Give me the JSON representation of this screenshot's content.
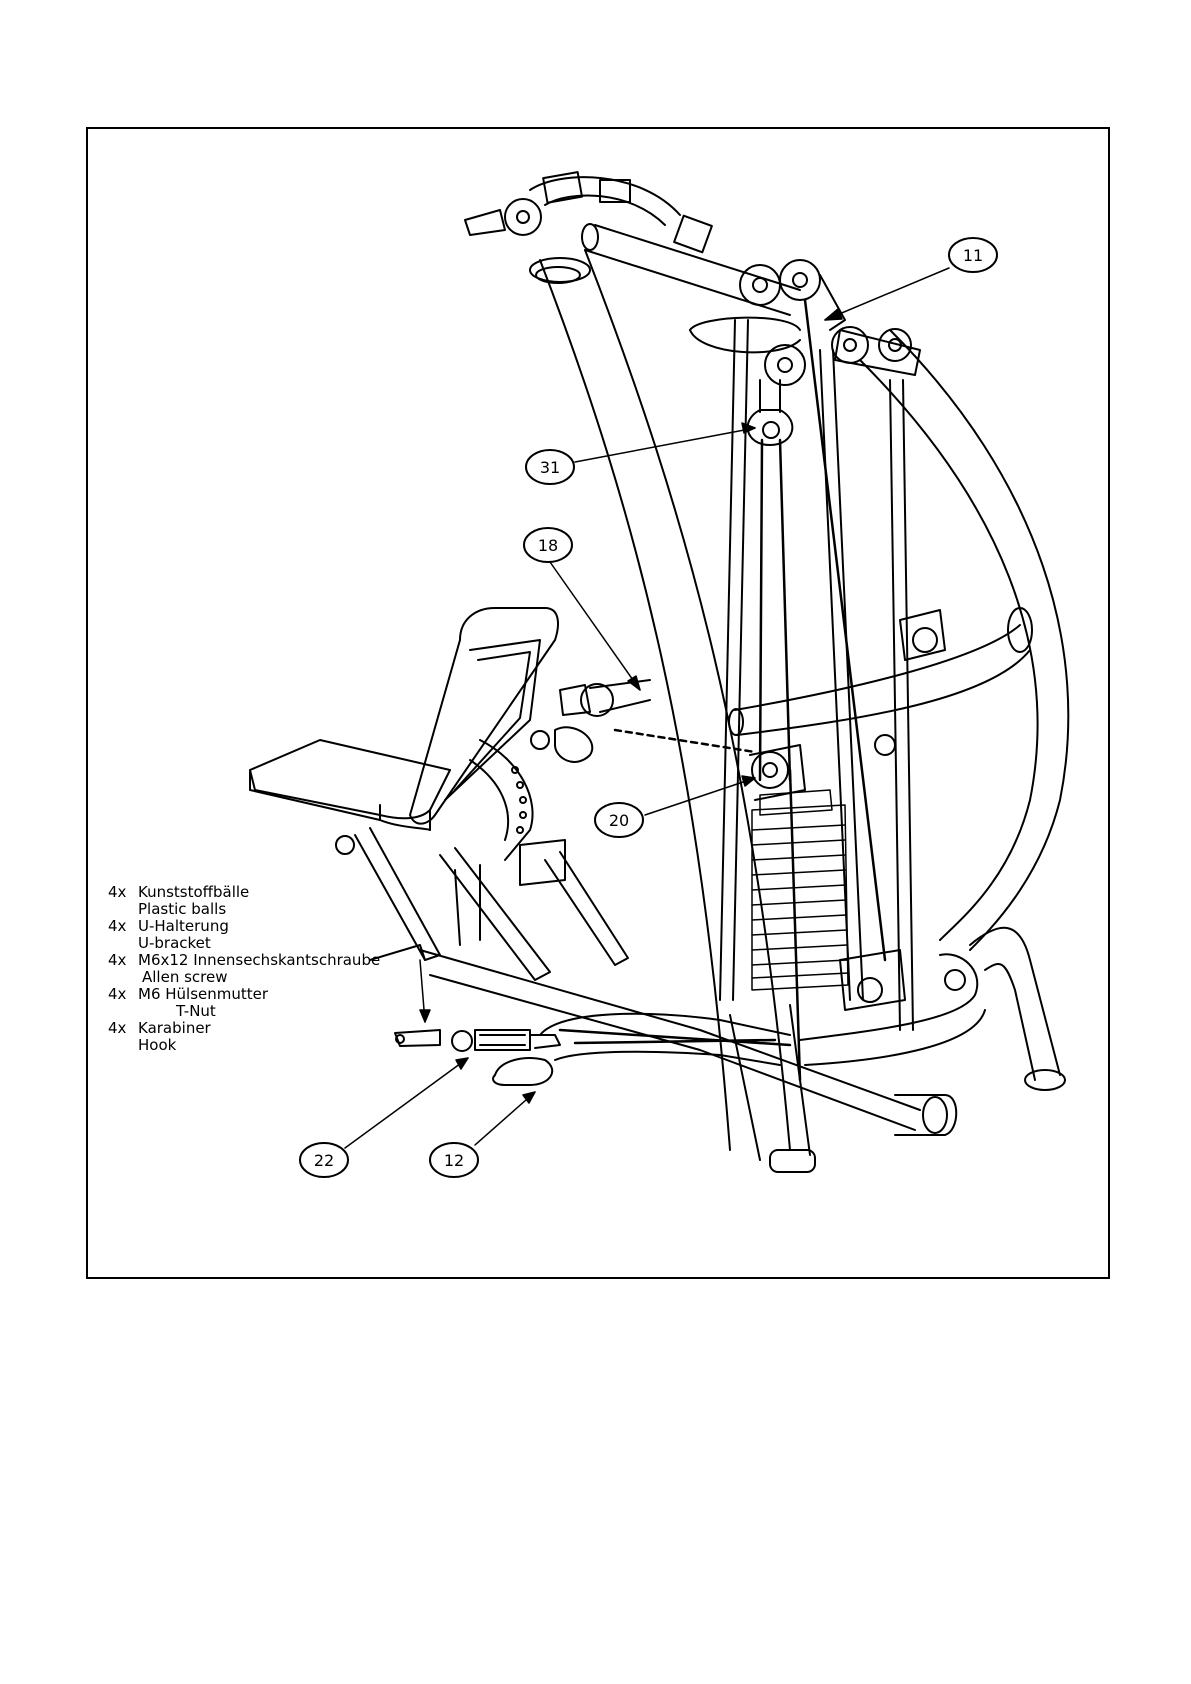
{
  "callouts": [
    {
      "id": "c11",
      "label": "11"
    },
    {
      "id": "c31",
      "label": "31"
    },
    {
      "id": "c18",
      "label": "18"
    },
    {
      "id": "c20",
      "label": "20"
    },
    {
      "id": "c22",
      "label": "22"
    },
    {
      "id": "c12",
      "label": "12"
    }
  ],
  "parts": [
    {
      "qty": "4x",
      "name": "Kunststoffbälle",
      "translation": "Plastic balls"
    },
    {
      "qty": "4x",
      "name": "U-Halterung",
      "translation": "U-bracket"
    },
    {
      "qty": "4x",
      "name": "M6x12 Innensechskantschraube",
      "translation": "Allen screw"
    },
    {
      "qty": "4x",
      "name": "M6 Hülsenmutter",
      "translation": "T-Nut"
    },
    {
      "qty": "4x",
      "name": "Karabiner",
      "translation": "Hook"
    }
  ]
}
